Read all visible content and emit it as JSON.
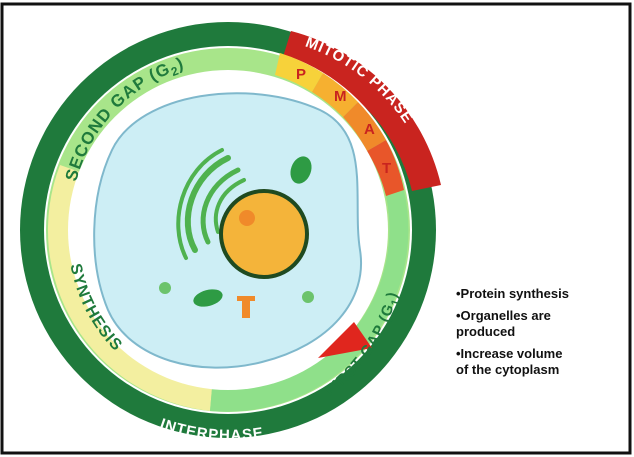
{
  "phases": {
    "mitotic": "MITOTIC PHASE",
    "second_gap": "SECOND GAP (G",
    "second_gap_sub": "2",
    "second_gap_end": ")",
    "synthesis": "SYNTHESIS",
    "first_gap": "FIRST GAP (G",
    "first_gap_sub": "1",
    "first_gap_end": ")",
    "interphase": "INTERPHASE"
  },
  "mitosis_stages": {
    "p": "P",
    "m": "M",
    "a": "A",
    "t": "T"
  },
  "notes": [
    "•Protein synthesis",
    "•Organelles are\nproduced",
    "•Increase volume\nof the cytoplasm"
  ],
  "colors": {
    "outer_ring": "#1f7a3c",
    "mitotic_red": "#c9241f",
    "second_gap_green": "#a8e58a",
    "synthesis_yellow": "#f3efa0",
    "first_gap_green": "#8fe08a",
    "nucleus": "#f4b43a",
    "cytoplasm": "#cdeef5"
  }
}
